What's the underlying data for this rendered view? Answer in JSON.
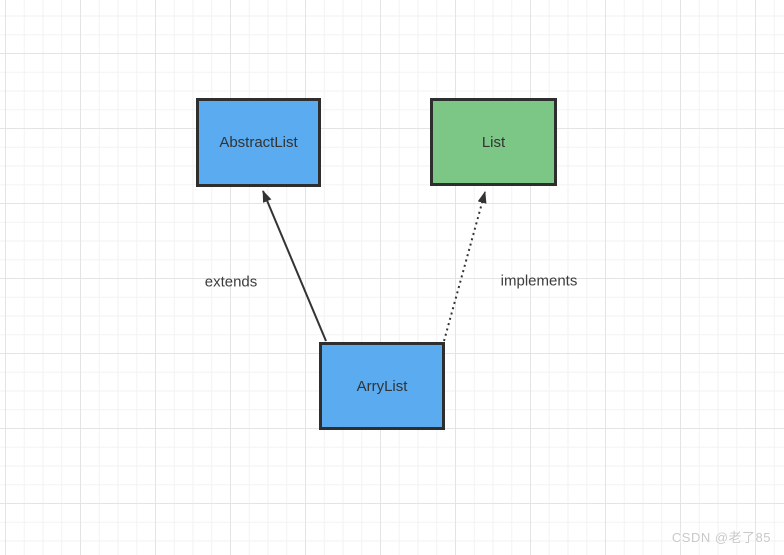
{
  "nodes": [
    {
      "id": "abstractlist",
      "label": "AbstractList",
      "fill": "#5aabf0"
    },
    {
      "id": "list",
      "label": "List",
      "fill": "#7cc785"
    },
    {
      "id": "arrylist",
      "label": "ArryList",
      "fill": "#5aabf0"
    }
  ],
  "edges": [
    {
      "from": "arrylist",
      "to": "abstractlist",
      "label": "extends",
      "line": "solid"
    },
    {
      "from": "arrylist",
      "to": "list",
      "label": "implements",
      "line": "dotted"
    }
  ],
  "watermark": "CSDN @老了85",
  "colors": {
    "node_border": "#2e2e2e",
    "edge_stroke": "#333333",
    "node_blue": "#5aabf0",
    "node_green": "#7cc785",
    "grid_minor": "#f2f2f2",
    "grid_major": "#e4e4e4",
    "watermark_text": "#c9c9c9"
  }
}
